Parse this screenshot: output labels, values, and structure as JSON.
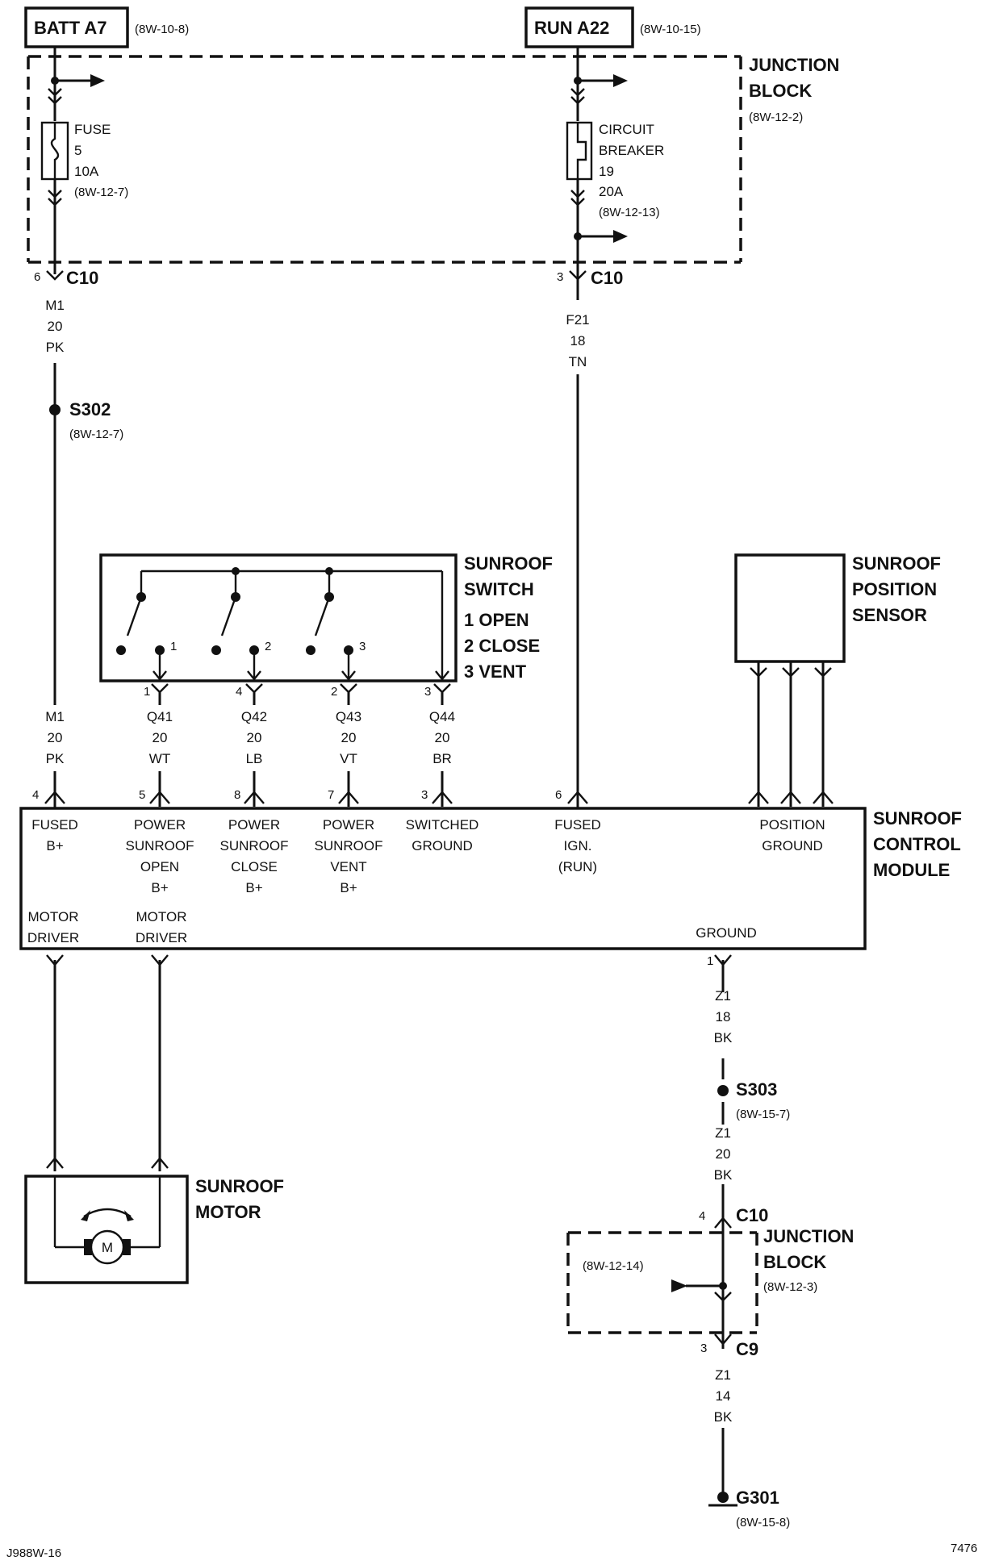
{
  "top": {
    "batt_label": "BATT A7",
    "batt_ref": "(8W-10-8)",
    "run_label": "RUN A22",
    "run_ref": "(8W-10-15)"
  },
  "junction_top": {
    "l1": "JUNCTION",
    "l2": "BLOCK",
    "ref": "(8W-12-2)"
  },
  "fuse": {
    "l1": "FUSE",
    "l2": "5",
    "l3": "10A",
    "ref": "(8W-12-7)"
  },
  "breaker": {
    "l1": "CIRCUIT",
    "l2": "BREAKER",
    "l3": "19",
    "l4": "20A",
    "ref": "(8W-12-13)"
  },
  "conn_left": {
    "pin": "6",
    "name": "C10"
  },
  "conn_right": {
    "pin": "3",
    "name": "C10"
  },
  "wire_m1_top": [
    "M1",
    "20",
    "PK"
  ],
  "wire_f21": [
    "F21",
    "18",
    "TN"
  ],
  "splice_s302": {
    "name": "S302",
    "ref": "(8W-12-7)"
  },
  "switch": {
    "l1": "SUNROOF",
    "l2": "SWITCH",
    "l3": "1 OPEN",
    "l4": "2 CLOSE",
    "l5": "3 VENT",
    "c1": "1",
    "c2": "2",
    "c3": "3"
  },
  "position_sensor": {
    "l1": "SUNROOF",
    "l2": "POSITION",
    "l3": "SENSOR"
  },
  "switch_pins": [
    "1",
    "4",
    "2",
    "3"
  ],
  "wires_mid": [
    [
      "M1",
      "20",
      "PK"
    ],
    [
      "Q41",
      "20",
      "WT"
    ],
    [
      "Q42",
      "20",
      "LB"
    ],
    [
      "Q43",
      "20",
      "VT"
    ],
    [
      "Q44",
      "20",
      "BR"
    ]
  ],
  "module_pins": [
    "4",
    "5",
    "8",
    "7",
    "3",
    "6"
  ],
  "module": {
    "l1": "SUNROOF",
    "l2": "CONTROL",
    "l3": "MODULE",
    "fused": [
      "FUSED",
      "B+"
    ],
    "open": [
      "POWER",
      "SUNROOF",
      "OPEN",
      "B+"
    ],
    "close": [
      "POWER",
      "SUNROOF",
      "CLOSE",
      "B+"
    ],
    "vent": [
      "POWER",
      "SUNROOF",
      "VENT",
      "B+"
    ],
    "switched": [
      "SWITCHED",
      "GROUND"
    ],
    "ign": [
      "FUSED",
      "IGN.",
      "(RUN)"
    ],
    "pos": [
      "POSITION",
      "GROUND"
    ],
    "motor1": [
      "MOTOR",
      "DRIVER"
    ],
    "motor2": [
      "MOTOR",
      "DRIVER"
    ],
    "ground": "GROUND",
    "ground_pin": "1"
  },
  "wire_z1_a": [
    "Z1",
    "18",
    "BK"
  ],
  "splice_s303": {
    "name": "S303",
    "ref": "(8W-15-7)"
  },
  "wire_z1_b": [
    "Z1",
    "20",
    "BK"
  ],
  "conn_c10_bottom": {
    "pin": "4",
    "name": "C10"
  },
  "junction_bottom": {
    "l1": "JUNCTION",
    "l2": "BLOCK",
    "ref": "(8W-12-3)",
    "inner_ref": "(8W-12-14)"
  },
  "conn_c9": {
    "pin": "3",
    "name": "C9"
  },
  "wire_z1_c": [
    "Z1",
    "14",
    "BK"
  ],
  "ground_g301": {
    "name": "G301",
    "ref": "(8W-15-8)"
  },
  "motor": {
    "l1": "SUNROOF",
    "l2": "MOTOR",
    "symbol": "M"
  },
  "footer": {
    "left": "J988W-16",
    "right": "7476"
  }
}
